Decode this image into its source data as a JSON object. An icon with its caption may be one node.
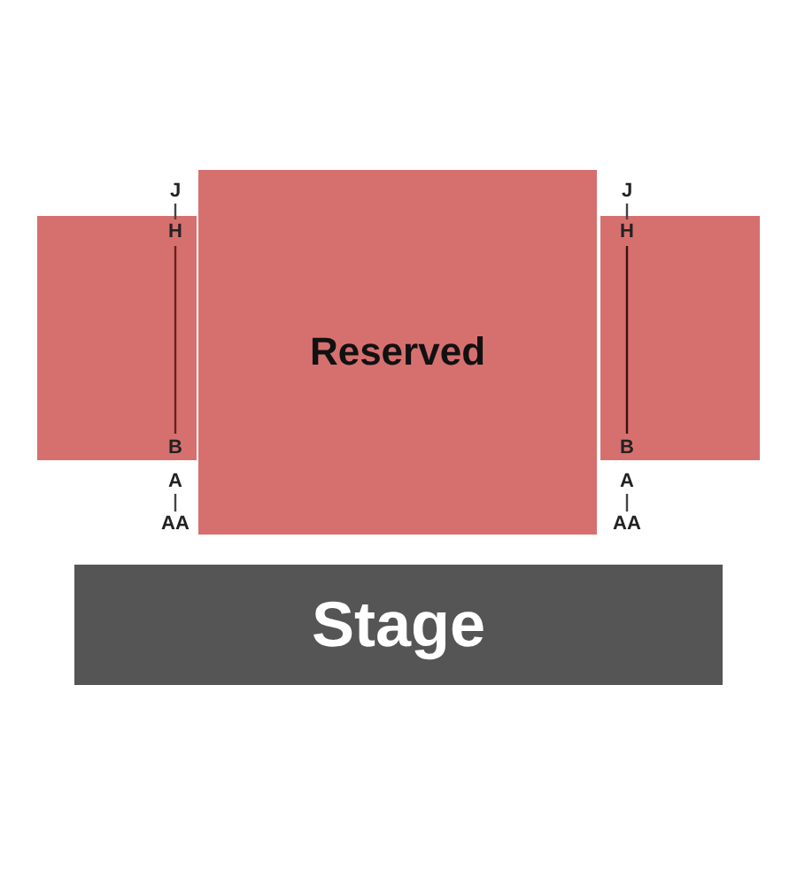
{
  "diagram": {
    "nodes": [
      {
        "text": [],
        "shape": "box"
      },
      {
        "text": [
          "Reserved"
        ]
      },
      {
        "text": [],
        "shape": "box"
      },
      {
        "text": [
          "Stage"
        ]
      }
    ],
    "labels": [
      "J",
      "J",
      "H",
      "H",
      "B",
      "B",
      "A",
      "A",
      "AA",
      "AA"
    ]
  }
}
